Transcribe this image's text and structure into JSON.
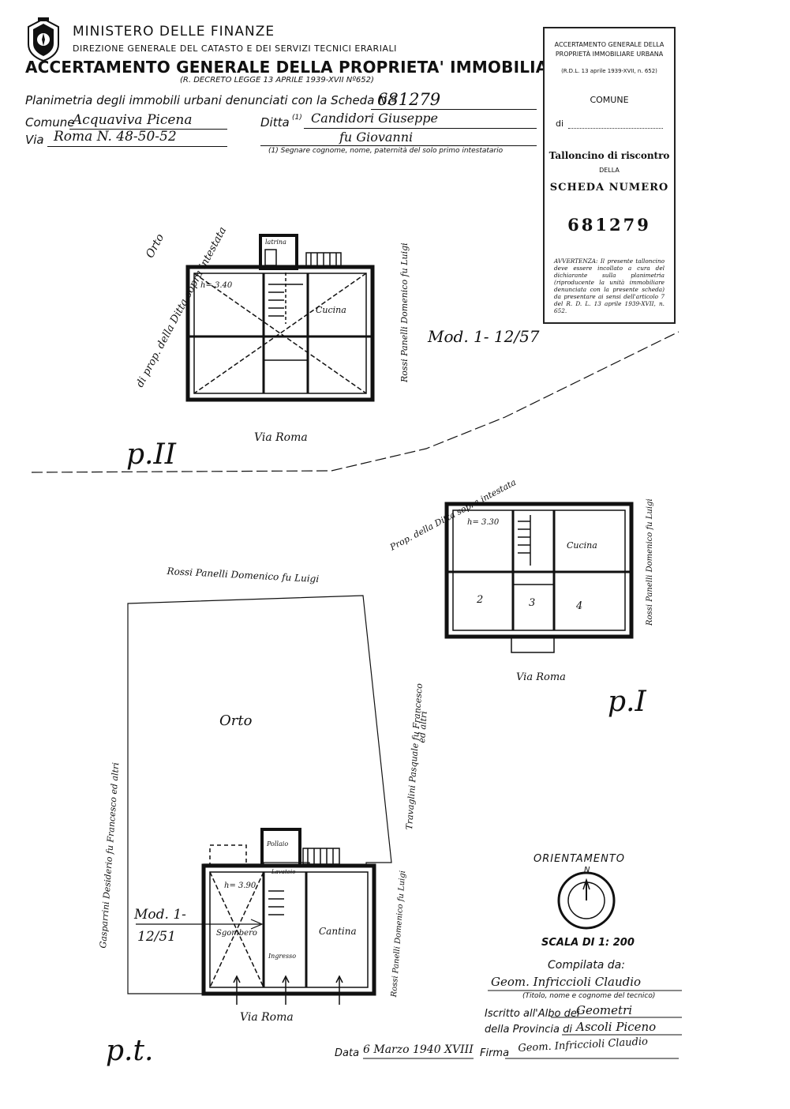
{
  "header": {
    "ministry": "MINISTERO DELLE FINANZE",
    "direction": "DIREZIONE GENERALE DEL CATASTO E DEI SERVIZI TECNICI ERARIALI",
    "title": "ACCERTAMENTO GENERALE DELLA PROPRIETA' IMMOBILIARE URBANA",
    "decree": "(R. DECRETO LEGGE 13 APRILE 1939-XVII Nº652)"
  },
  "form": {
    "planimetria_label": "Planimetria degli immobili urbani denunciati con la Scheda N.º",
    "scheda_number": "681279",
    "comune_label": "Comune",
    "comune_value": "Acquaviva Picena",
    "ditta_label": "Ditta",
    "ditta_value_1": "Candidori Giuseppe",
    "ditta_value_2": "fu Giovanni",
    "via_label": "Via",
    "via_value": "Roma N. 48-50-52",
    "note": "(1) Segnare cognome, nome, paternità del solo primo intestatario"
  },
  "tallon": {
    "top_1": "ACCERTAMENTO GENERALE DELLA",
    "top_2": "PROPRIETÀ IMMOBILIARE URBANA",
    "rdl": "(R.D.L. 13 aprile 1939-XVII, n. 652)",
    "comune": "COMUNE",
    "di": "di",
    "title": "Talloncino di riscontro",
    "della": "DELLA",
    "scheda": "SCHEDA NUMERO",
    "number": "681279",
    "warning": "AVVERTENZA: Il presente talloncino deve essere incollato a cura del dichiarante sulla planimetria (riproducente la unità immobiliare denunciata con la presente scheda) da presentare ai sensi dell'articolo 7 del R. D. L. 13 aprile 1939-XVII, n. 652."
  },
  "plan2": {
    "floor": "p.II",
    "height": "h= 3.40",
    "latrina": "latrina",
    "cucina": "Cucina",
    "street": "Via Roma",
    "orto": "Orto",
    "left_owner": "di prop. della Ditta sopra intestata",
    "right_owner": "Rossi Panelli Domenico fu Luigi",
    "mod": "Mod. 1- 12/57"
  },
  "plan1": {
    "floor": "p.I",
    "height": "h= 3.30",
    "cucina": "Cucina",
    "room2": "2",
    "room3": "3",
    "room4": "4",
    "street": "Via Roma",
    "left_owner": "Prop. della Ditta sopra intestata",
    "right_owner": "Rossi Panelli Domenico fu Luigi"
  },
  "plant": {
    "floor": "p.t.",
    "height": "h= 3.90",
    "pollaio": "Pollaio",
    "lavatoio": "Lavatoio",
    "sgombero": "Sgombero",
    "ingresso": "Ingresso",
    "cantina": "Cantina",
    "orto": "Orto",
    "top_owner": "Rossi Panelli Domenico fu Luigi",
    "left_owner": "Gasparrini Desiderio fu Francesco ed altri",
    "right_owner_1": "Travaglini Pasquale fu Francesco",
    "right_owner_2": "ed altri",
    "bottom_right_owner": "Rossi Panelli Domenico fu Luigi",
    "street": "Via Roma",
    "mod_1": "Mod. 1-",
    "mod_2": "12/51"
  },
  "footer": {
    "orient": "ORIENTAMENTO",
    "north": "N",
    "scale": "SCALA DI 1: 200",
    "compilata": "Compilata da:",
    "tecnico": "Geom. Infriccioli Claudio",
    "tecnico_note": "(Titolo, nome e cognome del tecnico)",
    "iscritto_label": "Iscritto all'Albo dei",
    "iscritto_value": "Geometri",
    "provincia_label": "della Provincia di",
    "provincia_value": "Ascoli Piceno",
    "data_label": "Data",
    "data_value": "6 Marzo 1940 XVIII",
    "firma_label": "Firma",
    "firma_value": "Geom. Infriccioli Claudio"
  },
  "colors": {
    "ink": "#111111",
    "paper": "#ffffff"
  }
}
